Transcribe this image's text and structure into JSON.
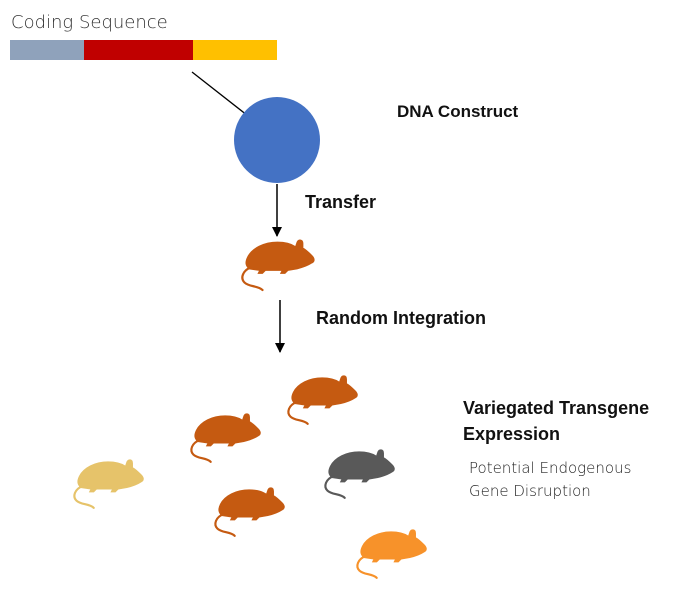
{
  "labels": {
    "coding_sequence": "Coding Sequence",
    "dna_construct": "DNA Construct",
    "transfer": "Transfer",
    "random_integration": "Random Integration",
    "variegated_line1": "Variegated Transgene",
    "variegated_line2": "Expression",
    "potential_line1": "Potential Endogenous",
    "potential_line2": "Gene Disruption"
  },
  "colors": {
    "segment_1": "#8fa2bb",
    "segment_2": "#c00000",
    "segment_3": "#ffc000",
    "construct_circle": "#4472c4",
    "mouse_primary": "#c55a11",
    "mouse_light": "#e6c36a",
    "mouse_grey": "#595959",
    "mouse_orange": "#f7922a",
    "arrow": "#000000"
  },
  "mice": [
    {
      "name": "mouse-transferred",
      "color_key": "mouse_primary"
    },
    {
      "name": "mouse-offspring-top-right",
      "color_key": "mouse_primary"
    },
    {
      "name": "mouse-offspring-middle",
      "color_key": "mouse_primary"
    },
    {
      "name": "mouse-offspring-bottom",
      "color_key": "mouse_primary"
    },
    {
      "name": "mouse-offspring-light",
      "color_key": "mouse_light"
    },
    {
      "name": "mouse-offspring-grey",
      "color_key": "mouse_grey"
    },
    {
      "name": "mouse-offspring-orange",
      "color_key": "mouse_orange"
    }
  ]
}
